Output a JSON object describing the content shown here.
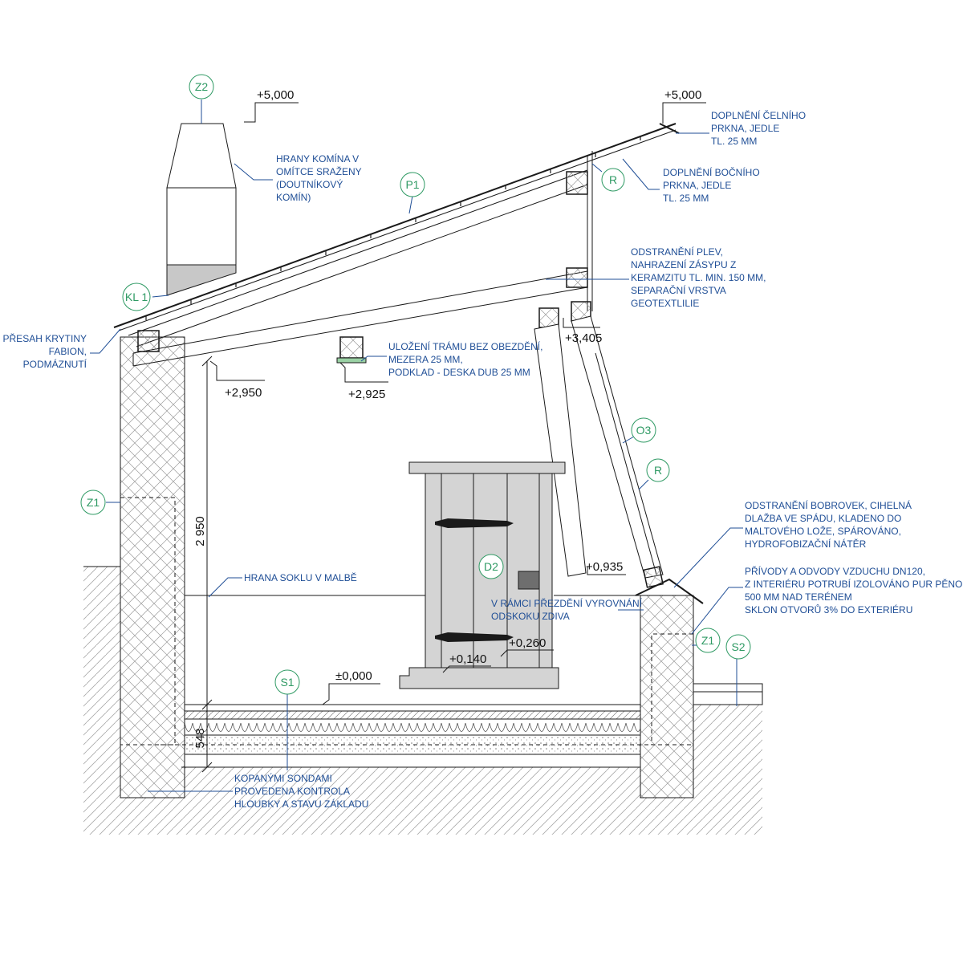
{
  "levels": {
    "top_left": "+5,000",
    "top_right": "+5,000",
    "ceiling": "+2,950",
    "beam_bearing": "+2,925",
    "wall_head": "+3,405",
    "sill": "+0,935",
    "floor": "±0,000",
    "step_1": "+0,140",
    "step_2": "+0,260",
    "height_dim": "2 950",
    "found_dim": "548"
  },
  "tags": {
    "z2": "Z2",
    "p1": "P1",
    "r_top": "R",
    "kl1": "KL 1",
    "z1_left": "Z1",
    "o3": "O3",
    "r_mid": "R",
    "d2": "D2",
    "s1": "S1",
    "z1_right": "Z1",
    "s2": "S2"
  },
  "notes": {
    "chimney": [
      "HRANY KOMÍNA V",
      "OMÍTCE SRAŽENY",
      "(DOUTNÍKOVÝ",
      "KOMÍN)"
    ],
    "front_board": [
      "DOPLNĚNÍ ČELNÍHO",
      "PRKNA, JEDLE",
      "TL. 25 MM"
    ],
    "side_board": [
      "DOPLNĚNÍ BOČNÍHO",
      "PRKNA, JEDLE",
      "TL. 25 MM"
    ],
    "chaff": [
      "ODSTRANĚNÍ PLEV,",
      "NAHRAZENÍ ZÁSYPU Z",
      "KERAMZITU TL. MIN. 150 MM,",
      "SEPARAČNÍ VRSTVA",
      "GEOTEXTLILIE"
    ],
    "overlap": [
      "PŘESAH KRYTINY",
      "FABION,",
      "PODMÁZNUTÍ"
    ],
    "beam": [
      "ULOŽENÍ TRÁMU BEZ OBEZDĚNÍ,",
      "MEZERA 25 MM,",
      "PODKLAD - DESKA DUB 25 MM"
    ],
    "tiles": [
      "ODSTRANĚNÍ BOBROVEK, CIHELNÁ",
      "DLAŽBA VE SPÁDU, KLADENO DO",
      "MALTOVÉHO LOŽE, SPÁROVÁNO,",
      "HYDROFOBIZAČNÍ NÁTĚR"
    ],
    "air": [
      "PŘÍVODY A ODVODY VZDUCHU DN120,",
      "Z INTERIÉRU POTRUBÍ IZOLOVÁNO PUR PĚNOU",
      "500 MM NAD TERÉNEM",
      "SKLON OTVORŮ 3% DO EXTERIÉRU"
    ],
    "plinth": [
      "HRANA SOKLU V MALBĚ"
    ],
    "offset": [
      "V RÁMCI PŘEZDĚNÍ VYROVNÁNÍ",
      "ODSKOKU ZDIVA"
    ],
    "probes": [
      "KOPANÝMI SONDAMI",
      "PROVEDENA KONTROLA",
      "HLOUBKY A STAVU ZÁKLADU"
    ]
  },
  "colors": {
    "note_blue": "#1f4e96",
    "tag_green": "#2f9a64",
    "line": "#1a1a1a",
    "door_fill": "#d4d4d4",
    "chimney_shadow": "#c8c8c8"
  }
}
